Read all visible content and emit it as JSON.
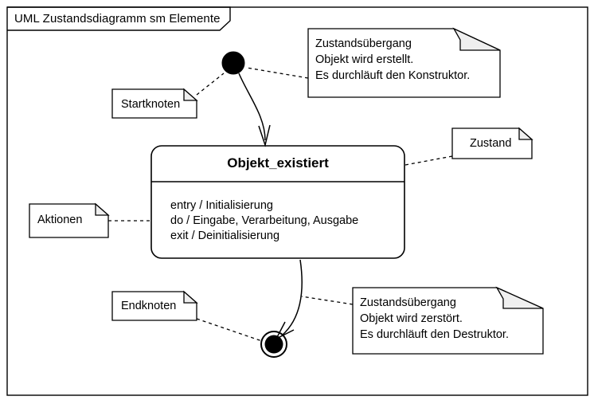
{
  "frame": {
    "title": "UML Zustandsdiagramm sm Elemente",
    "border_color": "#000000",
    "background": "#ffffff"
  },
  "diagram": {
    "type": "uml-state-machine",
    "state": {
      "name": "Objekt_existiert",
      "activities": [
        "entry / Initialisierung",
        "do / Eingabe, Verarbeitung, Ausgabe",
        "exit / Deinitialisierung"
      ]
    },
    "nodes": [
      {
        "kind": "initial-node",
        "label": "Startknoten"
      },
      {
        "kind": "final-node",
        "label": "Endknoten"
      }
    ],
    "notes": [
      {
        "id": "note-startknoten",
        "lines": [
          "Startknoten"
        ]
      },
      {
        "id": "note-transition-create",
        "lines": [
          "Zustandsübergang",
          "Objekt wird erstellt.",
          "Es durchläuft den Konstruktor."
        ]
      },
      {
        "id": "note-zustand",
        "lines": [
          "Zustand"
        ]
      },
      {
        "id": "note-aktionen",
        "lines": [
          "Aktionen"
        ]
      },
      {
        "id": "note-endknoten",
        "lines": [
          "Endknoten"
        ]
      },
      {
        "id": "note-transition-destroy",
        "lines": [
          "Zustandsübergang",
          "Objekt wird zerstört.",
          "Es durchläuft den Destruktor."
        ]
      }
    ],
    "colors": {
      "stroke": "#000000",
      "fill": "#ffffff",
      "fold_fill": "#efefef",
      "text": "#000000"
    }
  }
}
